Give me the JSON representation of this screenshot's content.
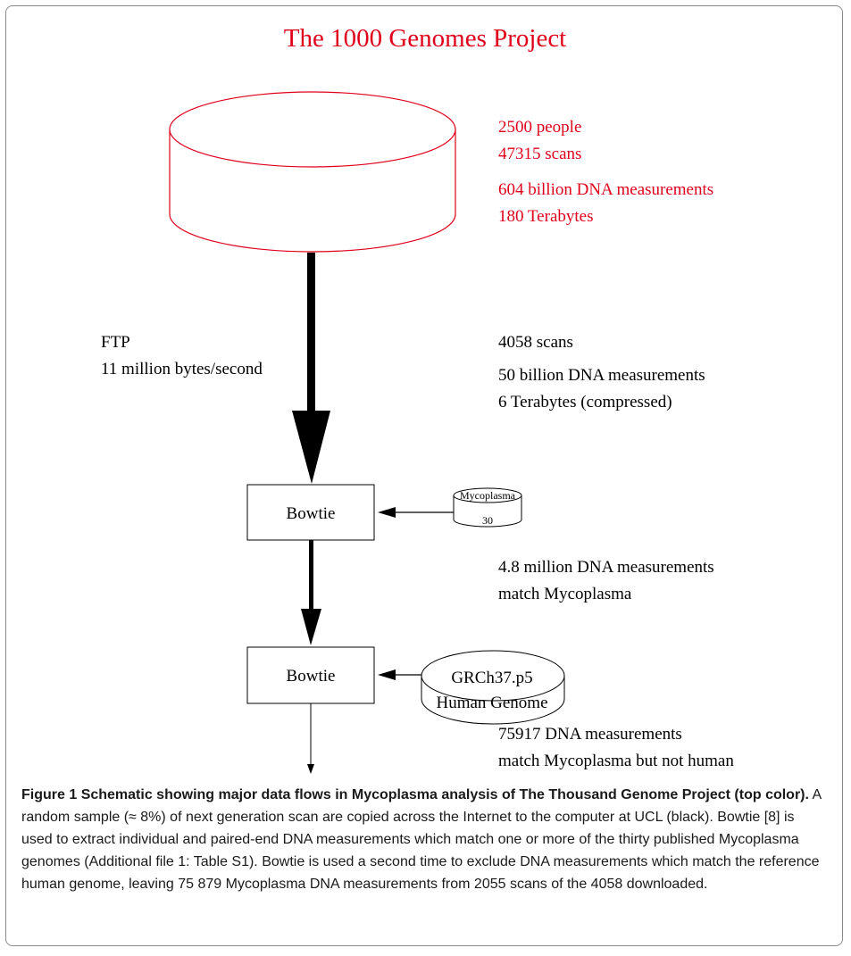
{
  "diagram": {
    "title": "The 1000 Genomes Project",
    "source_stats": [
      "2500 people",
      "47315 scans",
      "604 billion DNA measurements",
      "180 Terabytes"
    ],
    "transfer": {
      "protocol": "FTP",
      "rate": "11 million bytes/second"
    },
    "download_stats": [
      "4058 scans",
      "50 billion DNA measurements",
      "6 Terabytes (compressed)"
    ],
    "bowtie1": {
      "label": "Bowtie"
    },
    "mycoplasma_db": {
      "label": "Mycoplasma",
      "count": "30"
    },
    "mycoplasma_stats": [
      "4.8 million DNA measurements",
      "match Mycoplasma"
    ],
    "bowtie2": {
      "label": "Bowtie"
    },
    "human_db": {
      "line1": "GRCh37.p5",
      "line2": "Human Genome"
    },
    "final_stats": [
      "75917 DNA measurements",
      "match Mycoplasma but not human"
    ],
    "colors": {
      "source": "#e0001b",
      "local": "#000000"
    }
  },
  "caption": {
    "label": "Figure 1",
    "title": "Schematic showing major data flows in Mycoplasma analysis of The Thousand Genome Project (top color).",
    "body": "A random sample (≈ 8%) of next generation scan are copied across the Internet to the computer at UCL (black). Bowtie [8] is used to extract individual and paired-end DNA measurements which match one or more of the thirty published Mycoplasma genomes (Additional file 1: Table S1). Bowtie is used a second time to exclude DNA measurements which match the reference human genome, leaving 75 879 Mycoplasma DNA measurements from 2055 scans of the 4058 downloaded."
  }
}
